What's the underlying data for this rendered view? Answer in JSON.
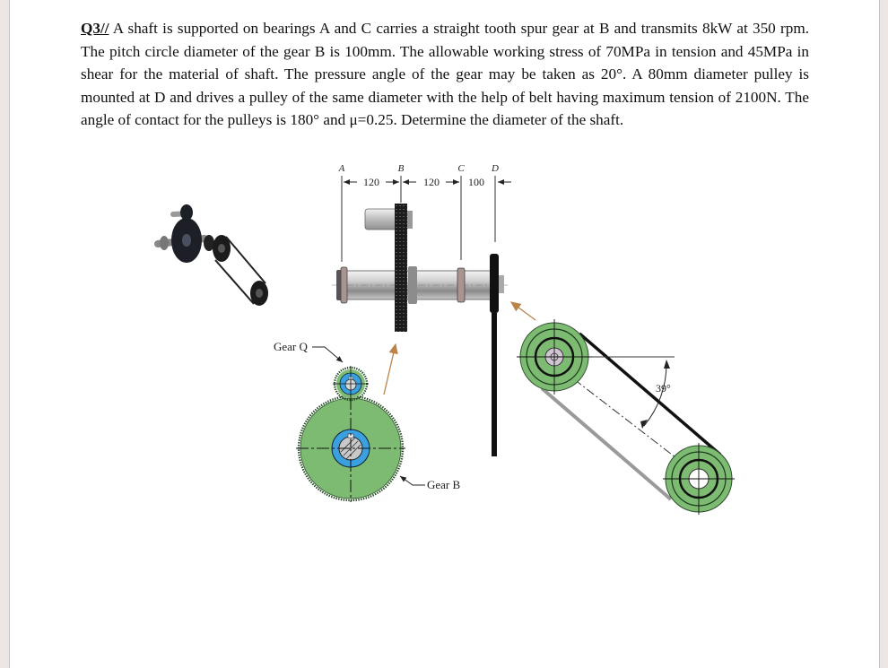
{
  "question": {
    "number": "Q3//",
    "text": " A shaft is supported on bearings A and C carries a straight tooth spur gear at B and transmits 8kW at 350 rpm. The pitch circle diameter of the gear B is 100mm. The allowable working stress of 70MPa in tension and 45MPa in shear for the material of shaft. The pressure angle of the gear may be taken as 20°. A 80mm diameter pulley is mounted at D and drives a pulley of the same diameter with the help of belt having maximum tension of 2100N. The angle of contact for the pulleys is 180° and μ=0.25. Determine the diameter of the shaft."
  },
  "figure": {
    "points": {
      "a": "A",
      "b": "B",
      "c": "C",
      "d": "D"
    },
    "dimensions": {
      "ab": "120",
      "bc": "120",
      "cd": "100"
    },
    "labels": {
      "gear_q": "Gear Q",
      "gear_b": "Gear B",
      "belt_angle": "39°"
    },
    "colors": {
      "gear_green": "#7dbb73",
      "hub_blue": "#3aa0e0",
      "belt_black": "#111111",
      "force_arrow": "#b9834a",
      "page_edge": "#ede4e4"
    }
  }
}
